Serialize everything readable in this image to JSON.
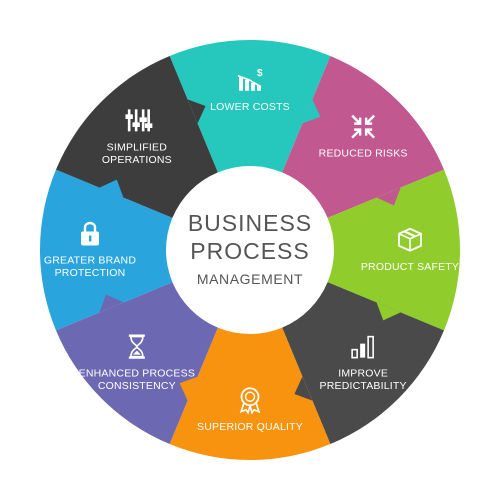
{
  "center": {
    "line1": "BUSINESS",
    "line2": "PROCESS",
    "line3": "MANAGEMENT"
  },
  "segments": [
    {
      "id": "lower-costs",
      "lines": [
        "LOWER COSTS"
      ],
      "icon": "cost-chart-icon",
      "color": "#26c7bd"
    },
    {
      "id": "reduced-risks",
      "lines": [
        "REDUCED RISKS"
      ],
      "icon": "compress-arrows-icon",
      "color": "#c1588f"
    },
    {
      "id": "product-safety",
      "lines": [
        "PRODUCT SAFETY"
      ],
      "icon": "package-icon",
      "color": "#8fcc2c"
    },
    {
      "id": "improve-predictability",
      "lines": [
        "IMPROVE",
        "PREDICTABILITY"
      ],
      "icon": "bar-chart-icon",
      "color": "#4a4a4a"
    },
    {
      "id": "superior-quality",
      "lines": [
        "SUPERIOR QUALITY"
      ],
      "icon": "award-medal-icon",
      "color": "#f7930e"
    },
    {
      "id": "enhanced-process-consistency",
      "lines": [
        "ENHANCED PROCESS",
        "CONSISTENCY"
      ],
      "icon": "hourglass-icon",
      "color": "#6d68b2"
    },
    {
      "id": "greater-brand-protection",
      "lines": [
        "GREATER BRAND",
        "PROTECTION"
      ],
      "icon": "padlock-icon",
      "color": "#2aa4dc"
    },
    {
      "id": "simplified-operations",
      "lines": [
        "SIMPLIFIED",
        "OPERATIONS"
      ],
      "icon": "sliders-icon",
      "color": "#3d3d3d"
    }
  ]
}
